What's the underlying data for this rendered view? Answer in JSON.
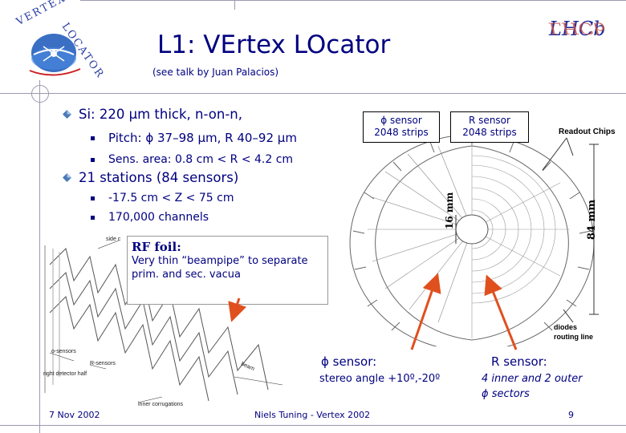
{
  "title": "L1: VErtex LOcator",
  "subtitle": "(see talk by Juan Palacios)",
  "logos": {
    "velo": {
      "text_top": "VERTEX",
      "text_right": "LOCATOR"
    },
    "lhcb": "LHCb"
  },
  "bullets": [
    {
      "text": "Si: 220 µm thick, n-on-n,",
      "sub": [
        "Pitch: ϕ 37–98 µm, R 40–92 µm",
        "Sens. area: 0.8 cm < R < 4.2 cm"
      ]
    },
    {
      "text": "21 stations (84 sensors)",
      "sub": [
        "-17.5 cm < Z < 75 cm",
        "170,000 channels"
      ]
    }
  ],
  "sensor_boxes": {
    "phi": {
      "line1": "ϕ sensor",
      "line2": "2048 strips"
    },
    "r": {
      "line1": "R sensor",
      "line2": "2048 strips"
    }
  },
  "figure_labels": {
    "readout_chips": "Readout Chips",
    "dim_16": "16 mm",
    "dim_84": "84 mm",
    "diodes": "diodes",
    "routing": "routing line"
  },
  "rf_foil": {
    "title": "RF foil:",
    "text_line1": "Very thin “beampipe” to separate",
    "text_line2": "prim. and sec. vacua"
  },
  "phi_annotation": {
    "title": "ϕ sensor:",
    "text": "stereo angle +10º,-20º"
  },
  "r_annotation": {
    "title": "R sensor:",
    "line1": "4 inner and 2 outer",
    "line2": "ϕ sectors"
  },
  "footer": {
    "date": "7 Nov 2002",
    "author": "Niels Tuning - Vertex 2002",
    "page": "9"
  },
  "colors": {
    "text": "#000080",
    "arrow": "#e0501e",
    "bullet_marker": "#4a7ab8"
  }
}
